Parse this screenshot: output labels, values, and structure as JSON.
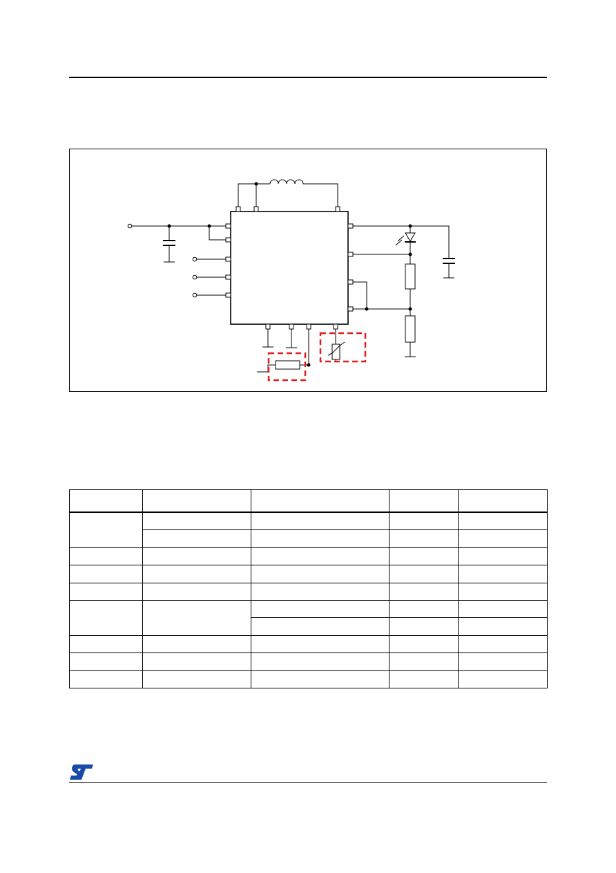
{
  "document": {
    "logo": {
      "name": "st-logo",
      "color": "#1a4aa8"
    },
    "figure": {
      "highlight_color": "#e21b1b",
      "line_color": "#000000"
    },
    "table": {
      "columns": 5,
      "rows": 10
    }
  }
}
